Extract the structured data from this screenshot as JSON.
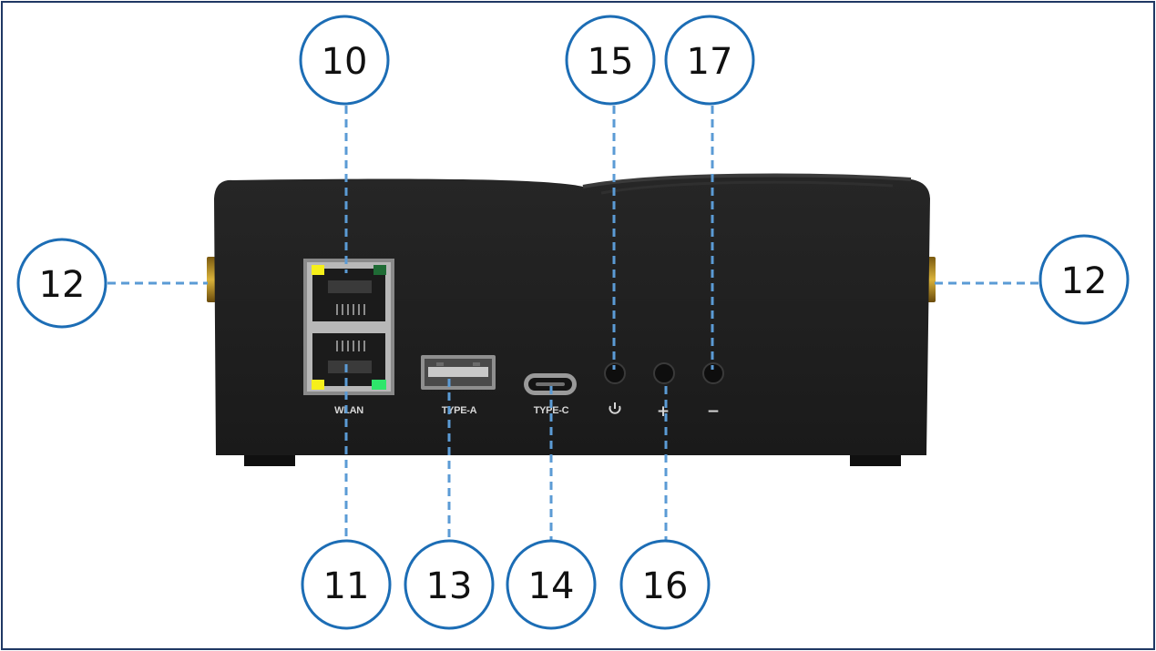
{
  "colors": {
    "frame": "#1f3864",
    "callout_stroke": "#1c6db5",
    "leader_line": "#5b9bd5",
    "device_body": "#202020",
    "led_yellow": "#f6ef1a",
    "led_green": "#2ee66b"
  },
  "device": {
    "port_labels": {
      "wlan": "WLAN",
      "type_a": "TYPE-A",
      "type_c": "TYPE-C"
    },
    "buttons": {
      "power_icon": "power-icon",
      "plus": "+",
      "minus": "−"
    }
  },
  "callouts": [
    {
      "id": "c10",
      "label": "10"
    },
    {
      "id": "c11",
      "label": "11"
    },
    {
      "id": "c12-left",
      "label": "12"
    },
    {
      "id": "c12-right",
      "label": "12"
    },
    {
      "id": "c13",
      "label": "13"
    },
    {
      "id": "c14",
      "label": "14"
    },
    {
      "id": "c15",
      "label": "15"
    },
    {
      "id": "c16",
      "label": "16"
    },
    {
      "id": "c17",
      "label": "17"
    }
  ]
}
